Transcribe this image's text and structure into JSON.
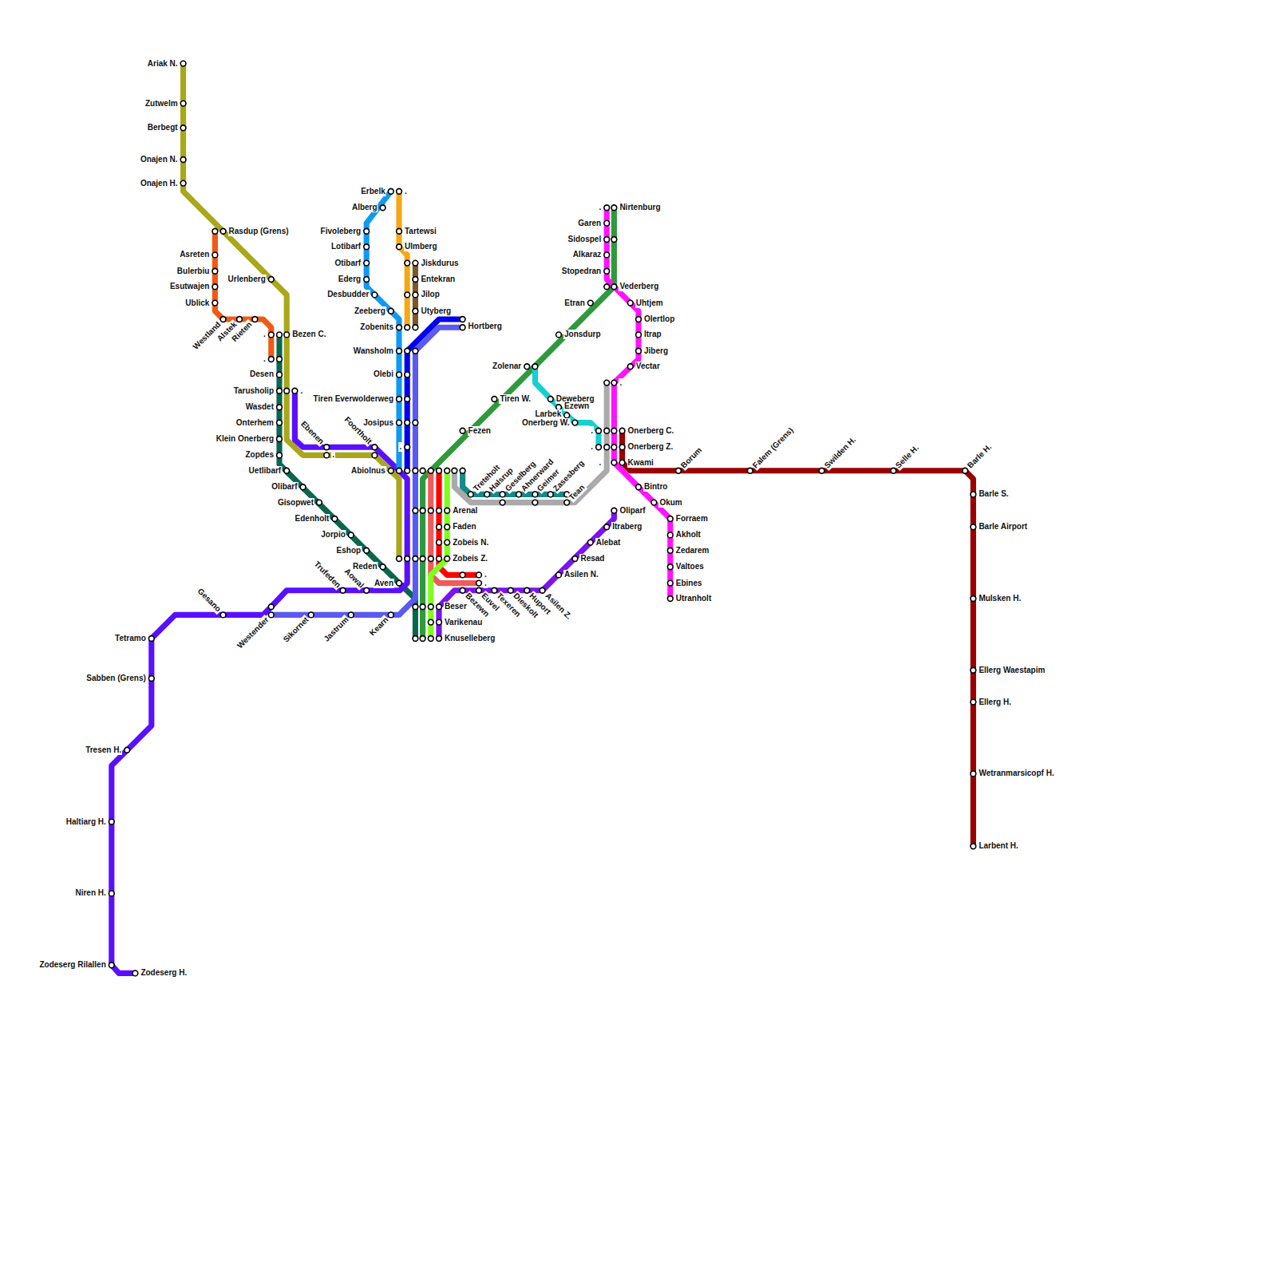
{
  "diagram": {
    "labels": [
      "Ariak N.",
      "Zutwelm",
      "Berbegt",
      "Onajen N.",
      "Onajen H.",
      "Rasdup (Grens)",
      "Asreten",
      "Bulerbiu",
      "Esutwajen",
      "Ublick",
      "Westland",
      "Alstek",
      "Rieten",
      "Urlenberg",
      ".",
      "Bezen C.",
      ".",
      "Desen",
      "Tarusholip",
      ".",
      "Wasdet",
      "Onterhem",
      "Klein Onerberg",
      "Zopdes",
      "Ebenen",
      ".",
      "Foortholt",
      "Uetlibarf",
      "Olibarf",
      "Gisopwet",
      "Edenholt",
      "Jorpio",
      "Eshop",
      "Reden",
      "Aven",
      "Trufeden",
      "Aowal",
      "Gesano",
      "Westender",
      "Sikornet",
      "Jastrum",
      "Kearn",
      "Tetramo",
      "Sabben (Grens)",
      "Tresen H.",
      "Haltiarg H.",
      "Niren H.",
      "Zodeserg Rilallen",
      "Zodeserg H.",
      "Erbelk",
      ".",
      "Alberg",
      "Fivoleberg",
      "Lotibarf",
      "Otibarf",
      "Ederg",
      "Desbudder",
      "Zeeberg",
      "Zobenits",
      "Wansholm",
      "Olebi",
      "Tiren Everwolderweg",
      "Josipus",
      ".",
      "Abiolnus",
      "Tartewsi",
      "Ulmberg",
      "Jiskdurus",
      "Entekran",
      "Jilop",
      "Utyberg",
      "Hortberg",
      "Fezen",
      "Tiren W.",
      "Zolenar",
      "Jonsdurp",
      "Etran",
      ".",
      "Nirtenburg",
      "Garen",
      "Sidospel",
      "Alkaraz",
      "Stopedran",
      "Vederberg",
      "Uhtjem",
      "Olertlop",
      "Itrap",
      "Jiberg",
      "Vectar",
      ".",
      "Deweberg",
      "Ezewn",
      "Larbek",
      "Onerberg W.",
      ".",
      ".",
      "Onerberg C.",
      "Onerberg Z.",
      ".",
      "Kwami",
      "Borum",
      "Falem (Grens)",
      "Swilden H.",
      "Selle H.",
      "Barle H.",
      "Barle S.",
      "Barle Airport",
      "Mulsken H.",
      "Ellerg Waestapim",
      "Ellerg H.",
      "Wetranmarsicopf H.",
      "Larbent H.",
      "Treteholt",
      "Halsrup",
      "Geselberg",
      "Ahnerward",
      "Geimer",
      "Zasesberg",
      "Tean",
      "Bintro",
      "Okum",
      "Forraem",
      "Akholt",
      "Zedarem",
      "Valtoes",
      "Ebines",
      "Utranholt",
      "Oliparf",
      "Itraberg",
      "Alebat",
      "Resad",
      "Asilen N.",
      "Asilen Z.",
      "Huport",
      "Dieskolt",
      "Texeren",
      "Euvel",
      "Bezewn",
      ".",
      ".",
      "Arenal",
      "Faden",
      "Zobeis N.",
      "Zobeis Z.",
      "Beser",
      "Varikenau",
      "Knuselleberg"
    ]
  }
}
